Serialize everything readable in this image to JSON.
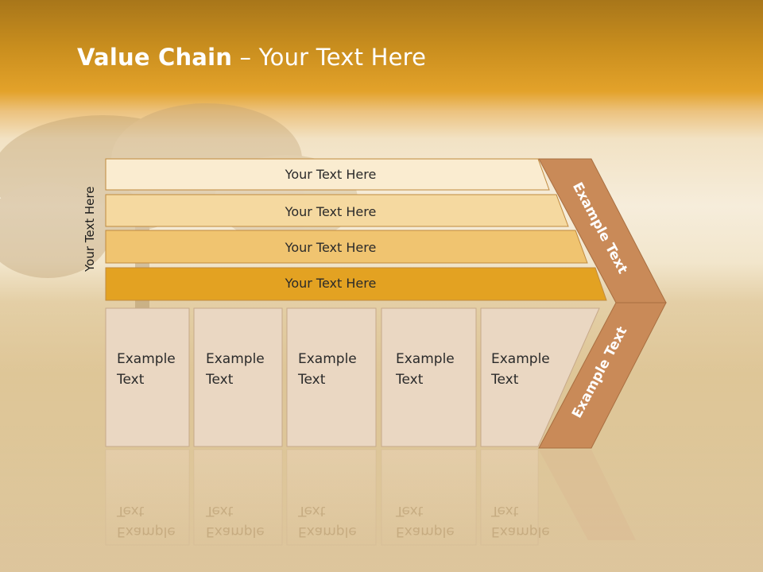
{
  "slide": {
    "title_bold": "Value Chain",
    "title_rest": " – Your Text Here",
    "side_label": "Your Text Here"
  },
  "bars": [
    {
      "label": "Your Text Here",
      "color": "#faecd0"
    },
    {
      "label": "Your Text Here",
      "color": "#f5d9a0"
    },
    {
      "label": "Your Text Here",
      "color": "#f0c470"
    },
    {
      "label": "Your Text Here",
      "color": "#e3a222"
    }
  ],
  "columns": [
    {
      "label": "Example Text"
    },
    {
      "label": "Example Text"
    },
    {
      "label": "Example Text"
    },
    {
      "label": "Example Text"
    },
    {
      "label": "Example Text"
    }
  ],
  "arrow": {
    "upper_label": "Example Text",
    "lower_label": "Example Text",
    "color": "#c98a58"
  },
  "colors": {
    "column_fill": "#ead7c2",
    "column_stroke": "#c7a98a",
    "bar_stroke": "#c08a3e",
    "title_band": "#d59a24"
  }
}
